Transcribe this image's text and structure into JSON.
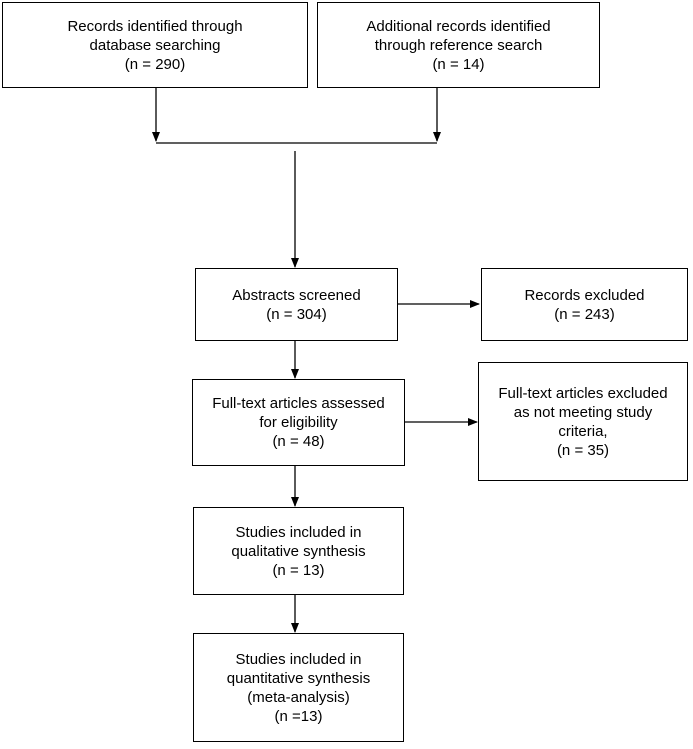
{
  "boxes": {
    "identified_db": {
      "lines": [
        "Records identified through",
        "database searching",
        "(n = 290)"
      ]
    },
    "identified_ref": {
      "lines": [
        "Additional records identified",
        "through reference search",
        "(n = 14)"
      ]
    },
    "screened": {
      "lines": [
        "Abstracts screened",
        "(n = 304)"
      ]
    },
    "excluded": {
      "lines": [
        "Records excluded",
        "(n = 243)"
      ]
    },
    "eligibility": {
      "lines": [
        "Full-text articles assessed",
        "for eligibility",
        "(n = 48)"
      ]
    },
    "fulltext_excluded": {
      "lines": [
        "Full-text articles excluded",
        "as not meeting study",
        "criteria,",
        "(n = 35)"
      ]
    },
    "qualitative": {
      "lines": [
        "Studies included in",
        "qualitative synthesis",
        "(n = 13)"
      ]
    },
    "quantitative": {
      "lines": [
        "Studies included in",
        "quantitative synthesis",
        "(meta-analysis)",
        "(n =13)"
      ]
    }
  }
}
